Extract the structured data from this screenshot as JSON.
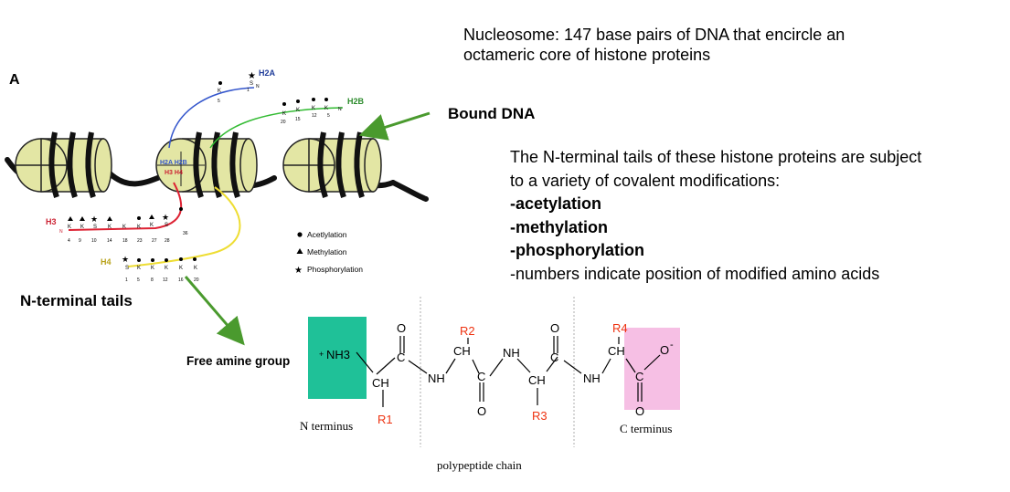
{
  "header": {
    "title_line1": "Nucleosome: 147 base pairs of DNA that encircle an",
    "title_line2": "octameric core of histone proteins"
  },
  "panel_label": "A",
  "bound_dna_label": "Bound DNA",
  "modifications": {
    "intro_line1": "The  N-terminal tails of these histone proteins are subject",
    "intro_line2": "to a variety of covalent modifications:",
    "items": [
      "-acetylation",
      "-methylation",
      "-phosphorylation"
    ],
    "note": "-numbers indicate position of modified amino acids"
  },
  "n_terminal_tails_label": "N-terminal tails",
  "free_amine_label": "Free amine group",
  "histones": {
    "h2a": "H2A",
    "h2b": "H2B",
    "h3": "H3",
    "h4": "H4",
    "core_top": "H2A H2B",
    "core_bottom": "H3 H4",
    "n": "N"
  },
  "h2a_tail": {
    "residues": [
      "K",
      "S"
    ],
    "positions": [
      "5",
      "1"
    ]
  },
  "h2b_tail": {
    "residues": [
      "K",
      "K",
      "K",
      "K"
    ],
    "positions": [
      "20",
      "15",
      "12",
      "5"
    ]
  },
  "h3_tail": {
    "residues": [
      "K",
      "K",
      "S",
      "K",
      "K",
      "K",
      "K",
      "S"
    ],
    "positions": [
      "4",
      "9",
      "10",
      "14",
      "18",
      "23",
      "27",
      "28",
      "36"
    ]
  },
  "h4_tail": {
    "residues": [
      "S",
      "K",
      "K",
      "K",
      "K",
      "K"
    ],
    "positions": [
      "1",
      "5",
      "8",
      "12",
      "16",
      "20"
    ]
  },
  "legend": {
    "acetylation": "Acetlylation",
    "methylation": "Methylation",
    "phosphorylation": "Phosphorylation"
  },
  "peptide": {
    "n_group": "NH3",
    "n_charge": "+",
    "o": "O",
    "ch": "CH",
    "c": "C",
    "nh": "NH",
    "o_minus": "O",
    "minus": "-",
    "r1": "R1",
    "r2": "R2",
    "r3": "R3",
    "r4": "R4",
    "n_terminus": "N terminus",
    "c_terminus": "C terminus",
    "chain_label": "polypeptide chain"
  },
  "colors": {
    "nucleosome_fill": "#e3e6a4",
    "dna": "#111111",
    "h2a_tail": "#3355cc",
    "h2b_tail": "#33bb33",
    "h3_tail": "#dd2233",
    "h4_tail": "#eedd33",
    "arrow": "#4a9a2e",
    "n_box": "#1fc198",
    "c_box": "#f6bfe4",
    "r_group": "#ee3311"
  }
}
